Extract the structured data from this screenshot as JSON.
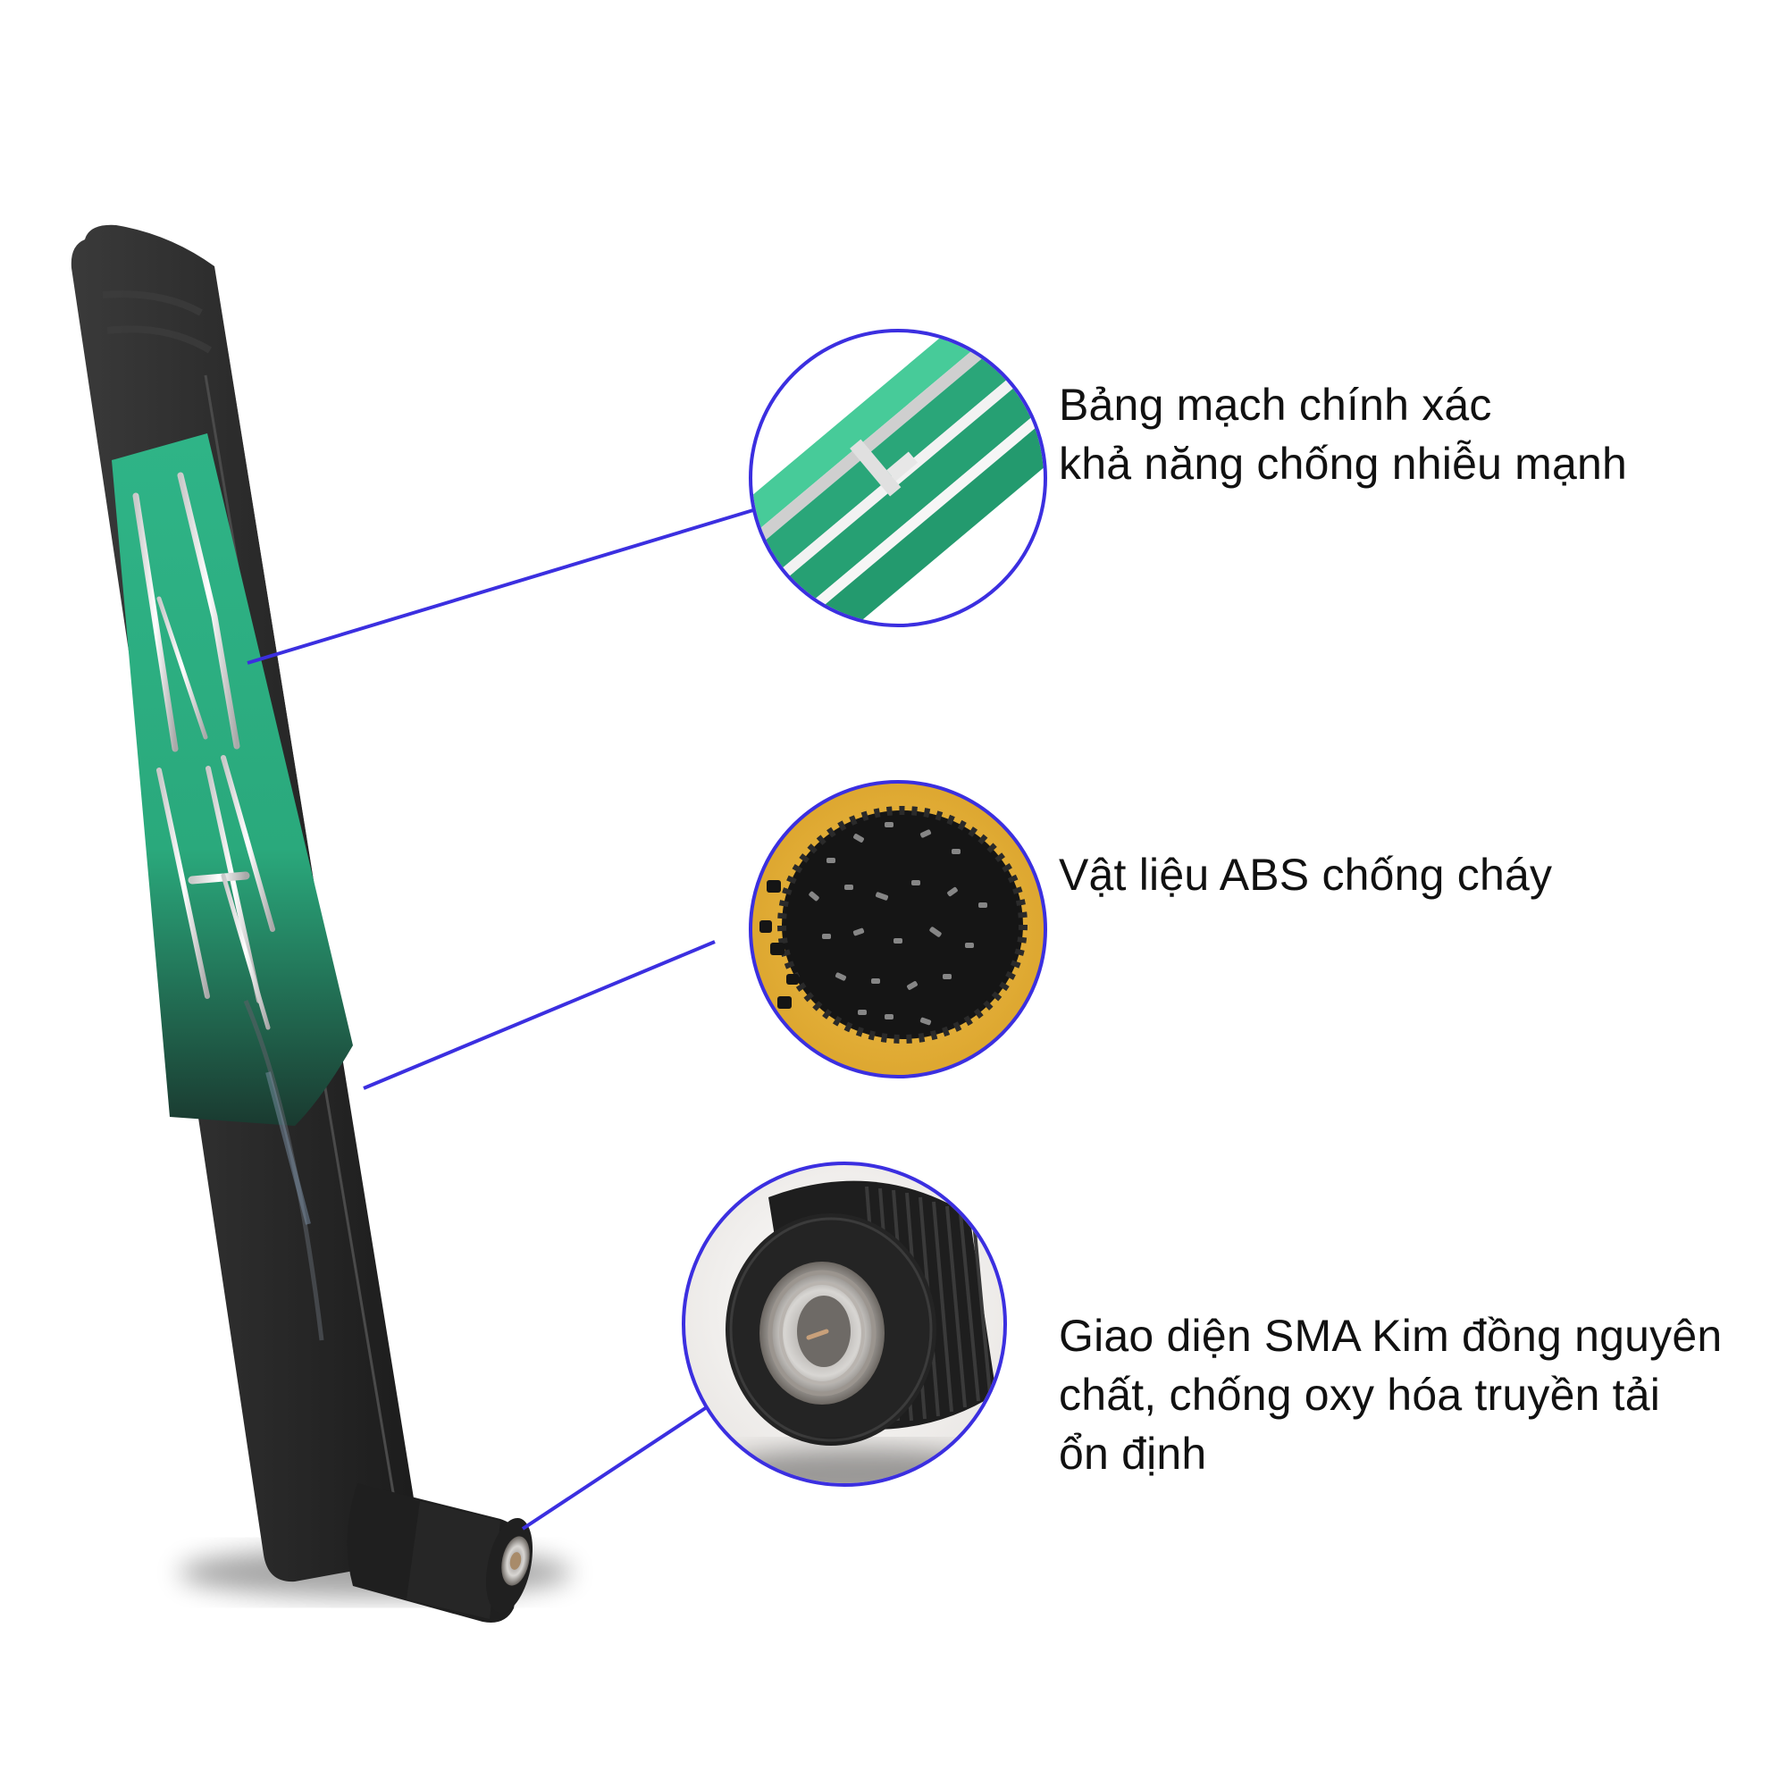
{
  "colors": {
    "callout_line": "#3b2fe0",
    "pcb_green": "#2fb487",
    "pcb_green_dark": "#1f8a64",
    "antenna_black": "#2a2a2a",
    "abs_background": "#e8b33a",
    "text": "#111111"
  },
  "product": {
    "name": "antenna",
    "parts": [
      "antenna-blade",
      "pcb-panel",
      "sma-connector"
    ]
  },
  "features": [
    {
      "id": "pcb",
      "image": "pcb-closeup",
      "lines": [
        "Bảng mạch chính xác",
        "khả năng chống nhiễu mạnh"
      ]
    },
    {
      "id": "abs",
      "image": "abs-pellets-closeup",
      "lines": [
        "Vật liệu ABS chống cháy"
      ]
    },
    {
      "id": "sma",
      "image": "sma-connector-closeup",
      "lines": [
        "Giao diện SMA Kim đồng nguyên",
        "chất, chống oxy hóa truyền tải",
        "ổn định"
      ]
    }
  ]
}
